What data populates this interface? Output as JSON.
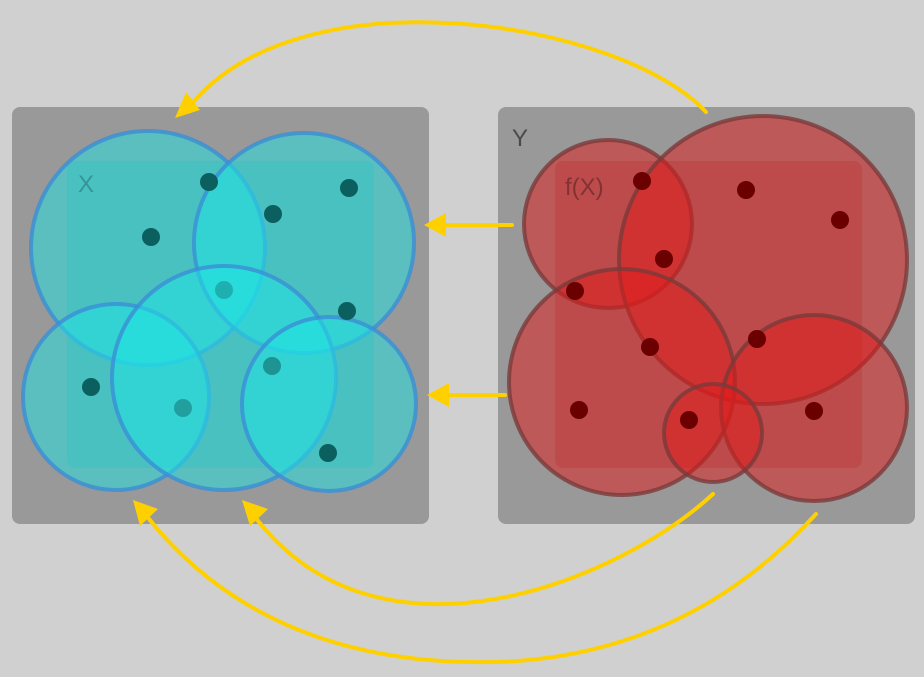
{
  "labels": {
    "left_set": "X",
    "right_set": "Y",
    "image_set": "f(X)"
  },
  "colors": {
    "background": "#d0d0d0",
    "panel": "#999999",
    "inner_panel_left": "#3aa3a3",
    "inner_panel_right": "#a04a4a",
    "cyan_fill": "#1ee6e6",
    "cyan_stroke": "#3a8fd6",
    "cyan_point": "#0c5f5f",
    "red_fill": "#e11a1a",
    "red_stroke": "#7a3a3a",
    "red_point": "#6a0000",
    "arrow": "#ffd000"
  }
}
